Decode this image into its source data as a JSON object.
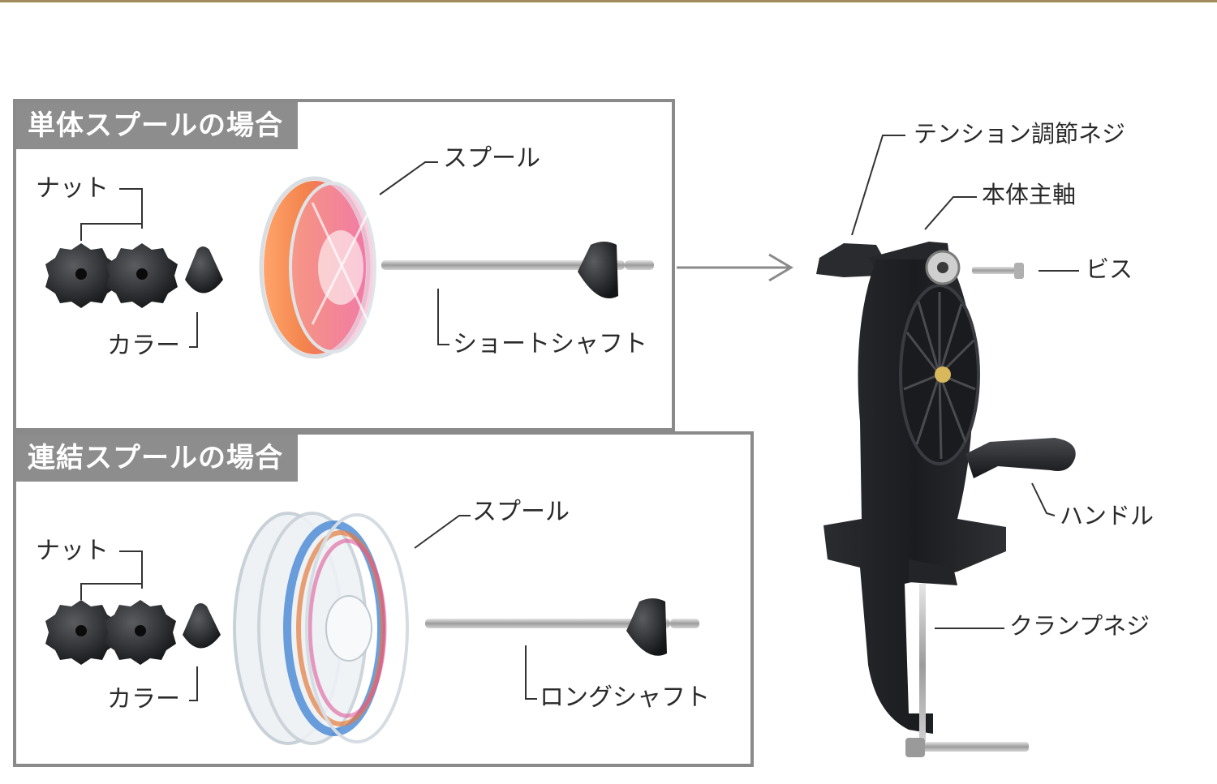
{
  "single": {
    "title": "単体スプールの場合",
    "nut_label": "ナット",
    "collar_label": "カラー",
    "spool_label": "スプール",
    "shaft_label": "ショートシャフト"
  },
  "linked": {
    "title": "連結スプールの場合",
    "nut_label": "ナット",
    "collar_label": "カラー",
    "spool_label": "スプール",
    "shaft_label": "ロングシャフト"
  },
  "device": {
    "tension_label": "テンション調節ネジ",
    "main_shaft_label": "本体主軸",
    "screw_label": "ビス",
    "handle_label": "ハンドル",
    "clamp_label": "クランプネジ"
  },
  "colors": {
    "panel_border": "#8a8a8a",
    "title_bg": "#8d8d8d",
    "device_body": "#1e1f22",
    "line_orange": "#f2763a",
    "line_pink": "#e8447e"
  }
}
